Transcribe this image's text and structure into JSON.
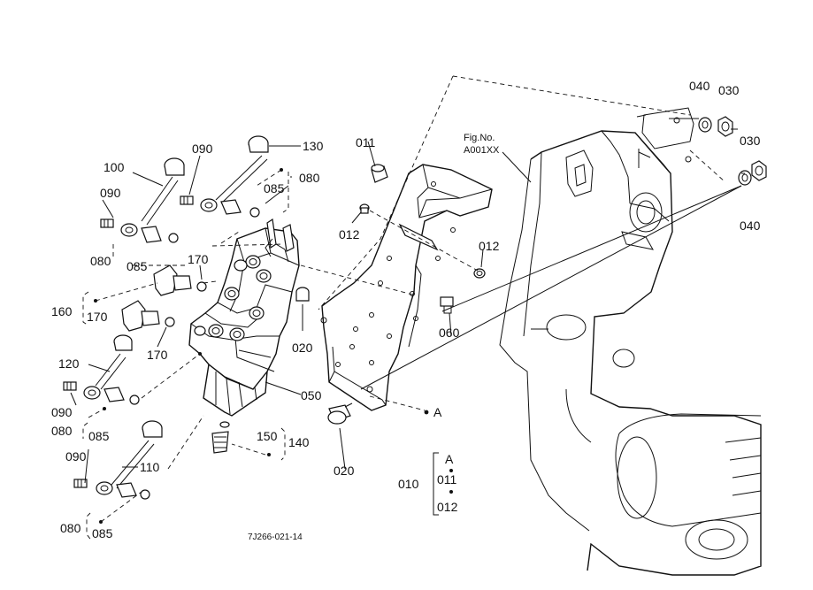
{
  "figure": {
    "fig_no_label": "Fig.No.",
    "fig_no_value": "A001XX",
    "drawing_ref": "7J266-021-14"
  },
  "callouts": {
    "p040_top": "040",
    "p030_top": "030",
    "p030_mid": "030",
    "p040_mid": "040",
    "p011": "011",
    "p012_a": "012",
    "p012_b": "012",
    "p060": "060",
    "p020_a": "020",
    "p020_b": "020",
    "p050": "050",
    "pA_ref": "A",
    "p130": "130",
    "p090_a": "090",
    "p100": "100",
    "p080_a": "080",
    "p085_a": "085",
    "p090_b": "090",
    "p080_b": "080",
    "p085_b": "085",
    "p170_a": "170",
    "p160": "160",
    "p170_b": "170",
    "p170_c": "170",
    "p120": "120",
    "p090_c": "090",
    "p080_c": "080",
    "p085_c": "085",
    "p150": "150",
    "p140": "140",
    "p090_d": "090",
    "p110": "110",
    "p080_d": "080",
    "p085_d": "085"
  },
  "group_010": {
    "label": "010",
    "items": [
      "A",
      "011",
      "012"
    ]
  }
}
